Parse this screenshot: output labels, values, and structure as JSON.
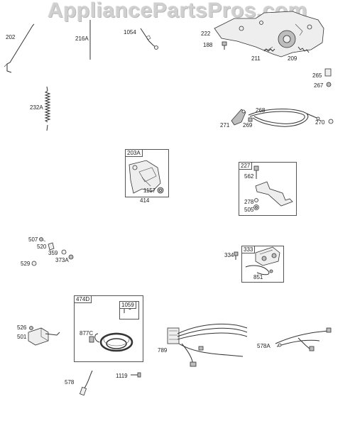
{
  "watermark": "AppliancePartsPros.com",
  "labels": {
    "p202": "202",
    "p216A": "216A",
    "p1054": "1054",
    "p222": "222",
    "p188": "188",
    "p211": "211",
    "p209": "209",
    "p265": "265",
    "p267": "267",
    "p232A": "232A",
    "p268": "268",
    "p271": "271",
    "p269": "269",
    "p270": "270",
    "p203A": "203A",
    "p1157": "1157",
    "p414": "414",
    "p227": "227",
    "p562": "562",
    "p278": "278",
    "p505": "505",
    "p507": "507",
    "p520": "520",
    "p359": "359",
    "p373A": "373A",
    "p529": "529",
    "p334": "334",
    "p333": "333",
    "p851": "851",
    "p474D": "474D",
    "p1059": "1059",
    "p877C": "877C",
    "p526": "526",
    "p501": "501",
    "p789": "789",
    "p578A": "578A",
    "p578": "578",
    "p1119": "1119"
  }
}
